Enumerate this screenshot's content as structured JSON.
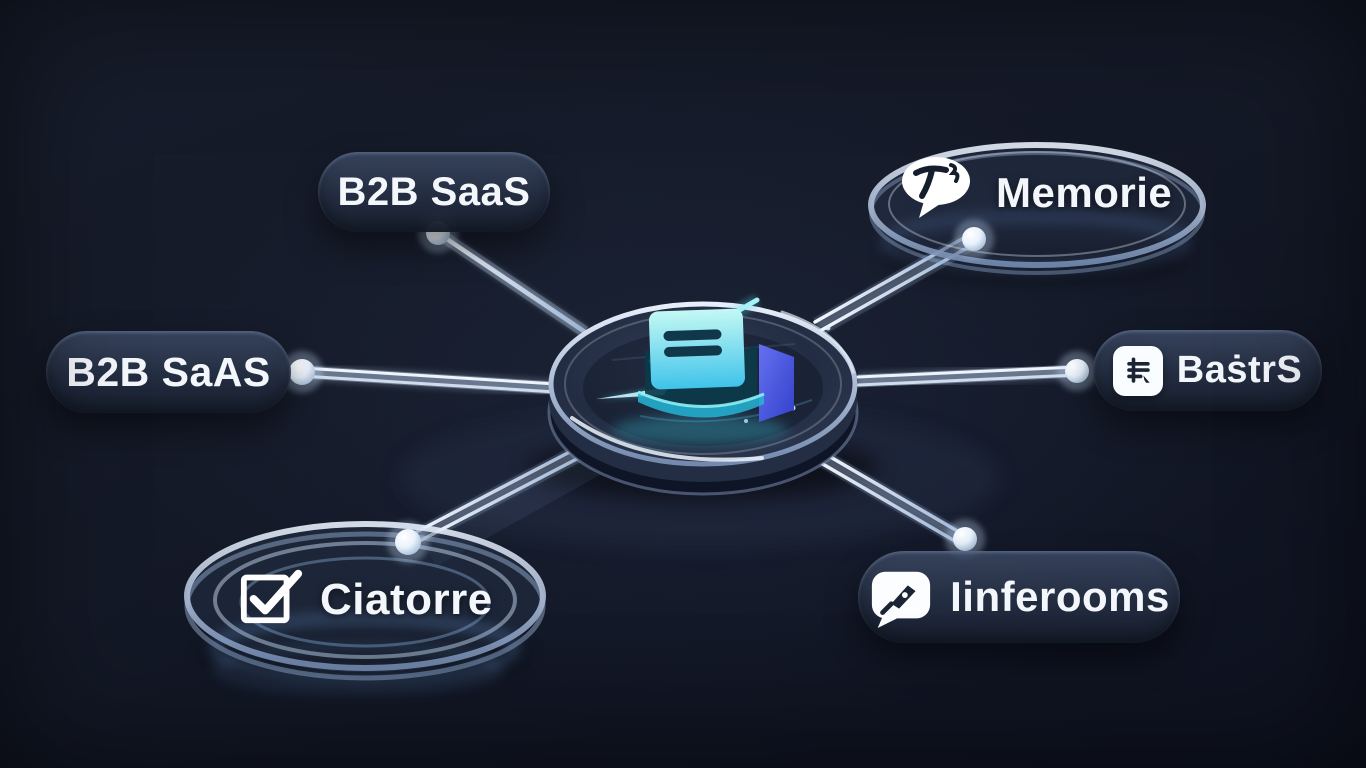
{
  "nodes": {
    "top_left": {
      "label": "B2B SaaS"
    },
    "left": {
      "label": "B2B SaAS"
    },
    "top_right": {
      "label": "Memorie",
      "icon": "chat-bubble-icon"
    },
    "right": {
      "label": "BaṡtrS",
      "icon": "list-lines-icon"
    },
    "bottom_left": {
      "label": "Ciatorre",
      "icon": "checkbox-check-icon"
    },
    "bottom_right": {
      "label": "Iinferooms",
      "icon": "pen-chat-icon"
    }
  },
  "hub": {
    "icon": "glowing-document-box-icon"
  },
  "colors": {
    "background": "#131827",
    "pill_fill": "#273248",
    "label_text": "#f3f6fa",
    "connector": "#e2ecf8",
    "glow_cyan": "#54d6ea",
    "accent_blue": "#4a57dc",
    "icon_tile": "#fafdff",
    "icon_glyph": "#1a2433",
    "node_dot": "#eef4fb"
  }
}
